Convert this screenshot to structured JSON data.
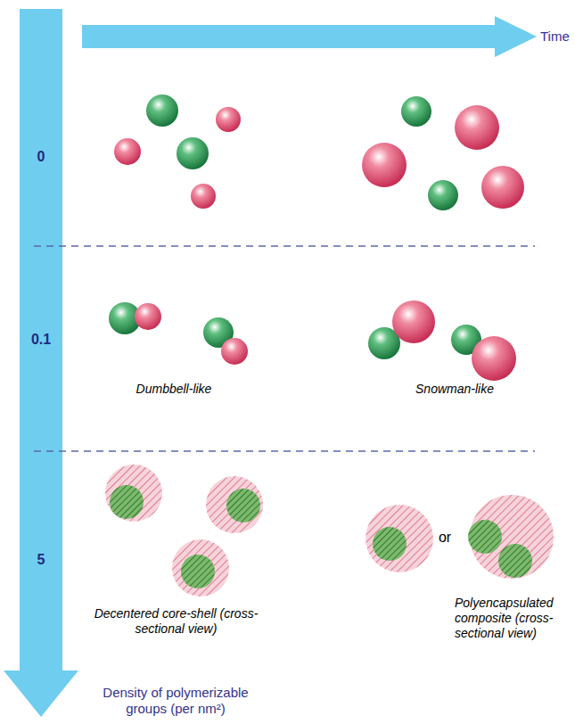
{
  "diagram": {
    "labels": [
      "Time",
      "0",
      "0.1",
      "5",
      "Dumbbell-like",
      "Snowman-like",
      "Decentered core-shell (cross-sectional view)",
      "or",
      "Polyencapsulated composite (cross-sectional view)",
      "Density of polymerizable groups (per nm²)"
    ]
  }
}
